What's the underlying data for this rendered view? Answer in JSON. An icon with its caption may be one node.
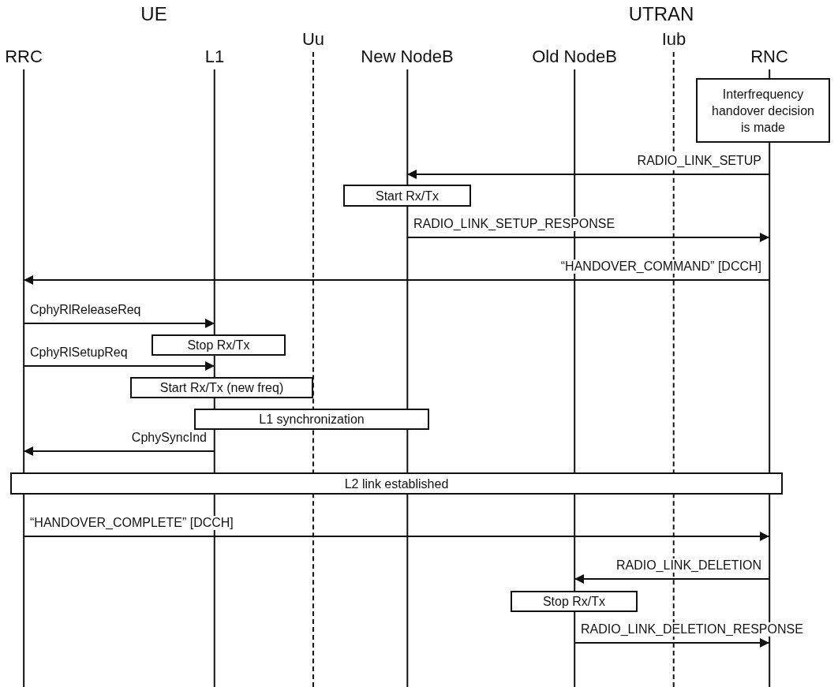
{
  "diagram": {
    "nodes": [
      {
        "text": [
          "RRC"
        ]
      },
      {
        "text": [
          "L1"
        ]
      },
      {
        "text": [
          "Uu"
        ]
      },
      {
        "text": [
          "New NodeB"
        ]
      },
      {
        "text": [
          "Old NodeB"
        ]
      },
      {
        "text": [
          "Iub"
        ]
      },
      {
        "text": [
          "RNC"
        ]
      },
      {
        "text": [
          "Interfrequency handover decision is made"
        ]
      },
      {
        "text": [
          "Start Rx/Tx"
        ]
      },
      {
        "text": [
          "Stop Rx/Tx"
        ]
      },
      {
        "text": [
          "Start Rx/Tx (new freq)"
        ]
      },
      {
        "text": [
          "L1 synchronization"
        ]
      },
      {
        "text": [
          "L2 link established"
        ]
      },
      {
        "text": [
          "Stop Rx/Tx"
        ]
      }
    ],
    "edges": [
      {
        "from": 6,
        "to": 3,
        "arrow": "to",
        "label": "RADIO_LINK_SETUP"
      },
      {
        "from": 3,
        "to": 6,
        "arrow": "to",
        "label": "RADIO_LINK_SETUP_RESPONSE"
      },
      {
        "from": 6,
        "to": 0,
        "arrow": "to",
        "label": "“HANDOVER_COMMAND” [DCCH]"
      },
      {
        "from": 0,
        "to": 1,
        "arrow": "to",
        "label": "CphyRlReleaseReq"
      },
      {
        "from": 0,
        "to": 1,
        "arrow": "to",
        "label": "CphyRlSetupReq"
      },
      {
        "from": 1,
        "to": 0,
        "arrow": "to",
        "label": "CphySyncInd"
      },
      {
        "from": 0,
        "to": 6,
        "arrow": "to",
        "label": "“HANDOVER_COMPLETE” [DCCH]"
      },
      {
        "from": 6,
        "to": 4,
        "arrow": "to",
        "label": "RADIO_LINK_DELETION"
      },
      {
        "from": 4,
        "to": 6,
        "arrow": "to",
        "label": "RADIO_LINK_DELETION_RESPONSE"
      }
    ],
    "labels": [
      "UE",
      "UTRAN"
    ]
  }
}
